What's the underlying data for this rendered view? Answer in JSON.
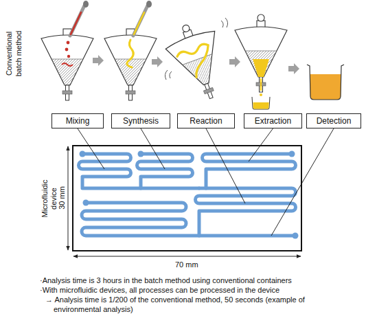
{
  "diagram": {
    "nodes": [
      {
        "text": [
          "Mixing"
        ]
      },
      {
        "text": [
          "Synthesis"
        ]
      },
      {
        "text": [
          "Reaction"
        ]
      },
      {
        "text": [
          "Extraction"
        ]
      },
      {
        "text": [
          "Detection"
        ]
      },
      {
        "text": [
          "Microfluidic device"
        ]
      }
    ],
    "labels": [
      "Conventional batch method",
      "30 mm",
      "70 mm",
      "·Analysis time is 3 hours in the batch method using conventional containers",
      "·With microfluidic devices, all processes can be processed in the device",
      "→ Analysis time is 1/200 of the conventional method, 50 seconds (example of environmental analysis)"
    ]
  }
}
